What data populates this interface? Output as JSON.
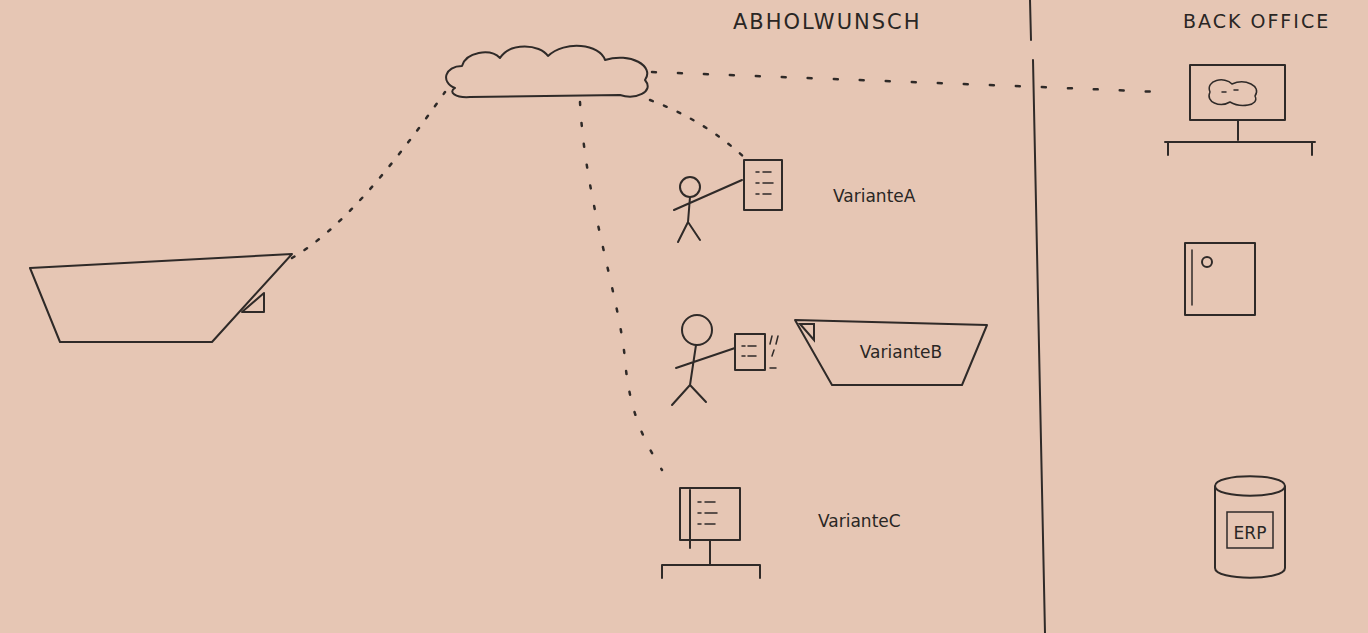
{
  "diagram": {
    "nodes": [
      {
        "text": [
          "VarianteB"
        ]
      },
      {
        "text": [
          "ERP"
        ]
      }
    ],
    "labels": [
      "ABHOLWUNSCH",
      "BACK OFFICE",
      "VarianteA",
      "VarianteC"
    ]
  }
}
